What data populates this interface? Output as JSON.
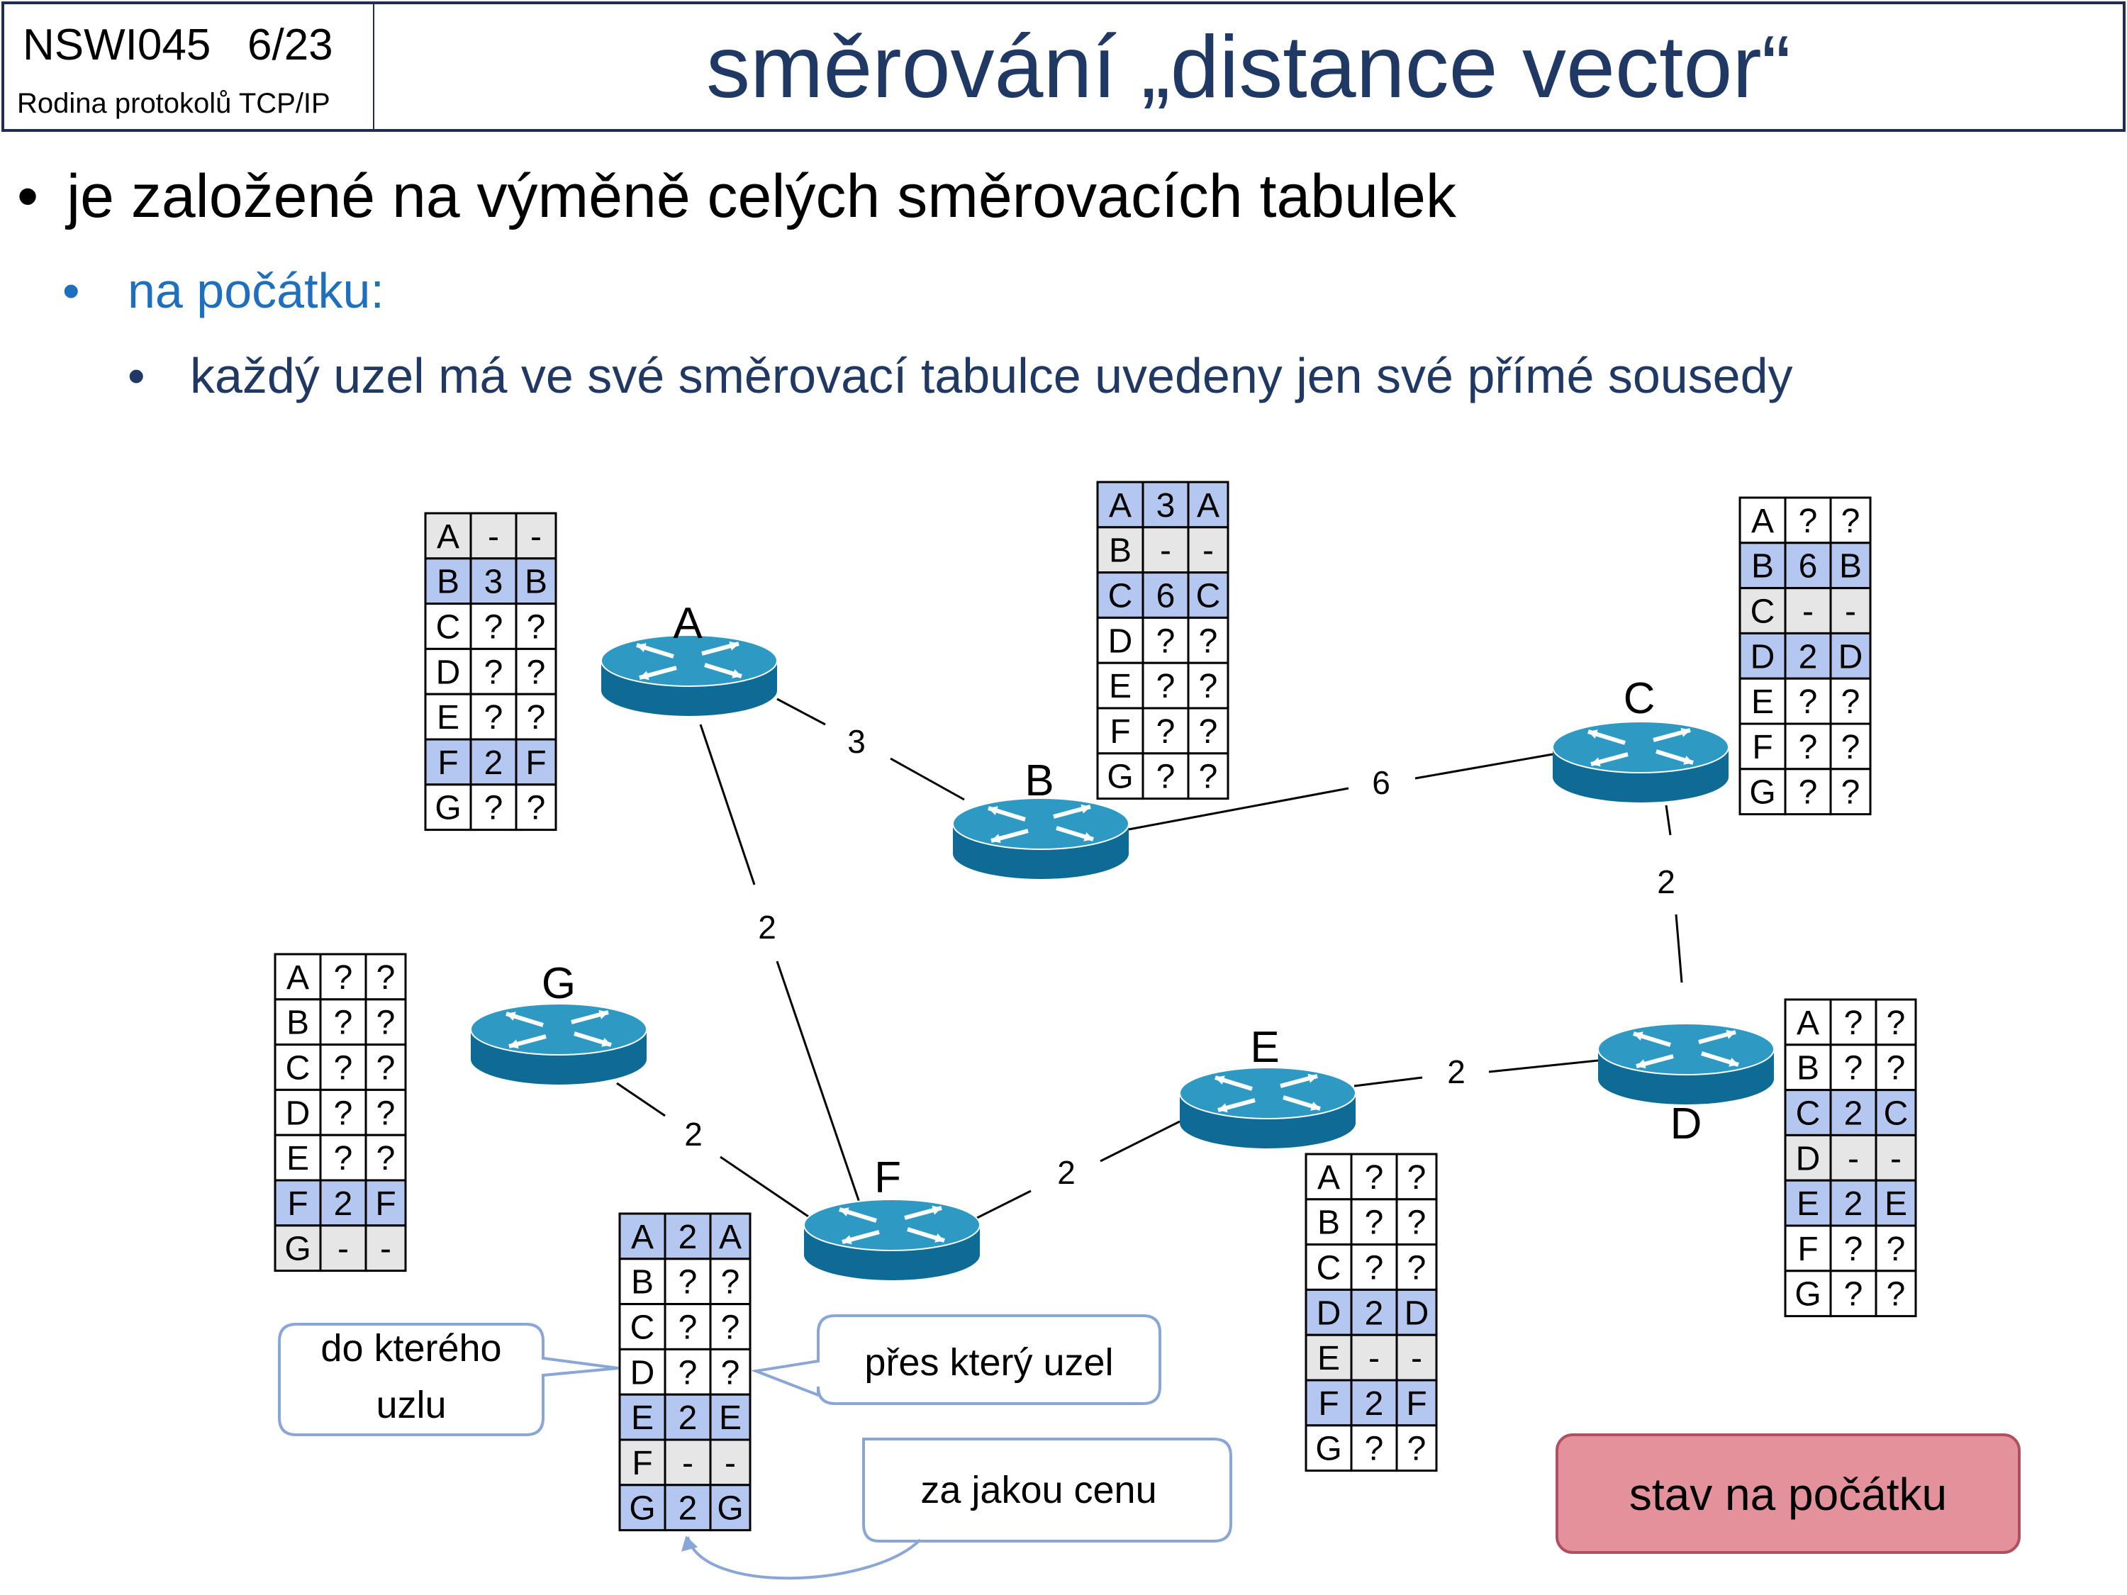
{
  "header": {
    "course_code": "NSWI045   6/23",
    "course_subtitle": "Rodina protokolů TCP/IP",
    "title": "směrování „distance vector“"
  },
  "bullets": {
    "level1": "je založené na výměně celých směrovacích tabulek",
    "level2": "na počátku:",
    "level3": "každý uzel má ve své směrovací tabulce uvedeny jen své přímé sousedy"
  },
  "colors": {
    "title": "#1f3864",
    "router_top": "#2e9ac4",
    "router_side": "#0d6b95",
    "cell_known": "#b4c7f0",
    "cell_self": "#e6e6e6",
    "state_box": "#e3929b",
    "callout_border": "#8aa6d6"
  },
  "routers": [
    {
      "name": "A",
      "icon": "router-icon"
    },
    {
      "name": "B",
      "icon": "router-icon"
    },
    {
      "name": "C",
      "icon": "router-icon"
    },
    {
      "name": "D",
      "icon": "router-icon"
    },
    {
      "name": "E",
      "icon": "router-icon"
    },
    {
      "name": "F",
      "icon": "router-icon"
    },
    {
      "name": "G",
      "icon": "router-icon"
    }
  ],
  "links": [
    {
      "from": "A",
      "to": "B",
      "cost": "3"
    },
    {
      "from": "A",
      "to": "F",
      "cost": "2"
    },
    {
      "from": "B",
      "to": "C",
      "cost": "6"
    },
    {
      "from": "C",
      "to": "D",
      "cost": "2"
    },
    {
      "from": "D",
      "to": "E",
      "cost": "2"
    },
    {
      "from": "E",
      "to": "F",
      "cost": "2"
    },
    {
      "from": "G",
      "to": "F",
      "cost": "2"
    }
  ],
  "tables": {
    "A": [
      [
        "A",
        "-",
        "-"
      ],
      [
        "B",
        "3",
        "B"
      ],
      [
        "C",
        "?",
        "?"
      ],
      [
        "D",
        "?",
        "?"
      ],
      [
        "E",
        "?",
        "?"
      ],
      [
        "F",
        "2",
        "F"
      ],
      [
        "G",
        "?",
        "?"
      ]
    ],
    "B": [
      [
        "A",
        "3",
        "A"
      ],
      [
        "B",
        "-",
        "-"
      ],
      [
        "C",
        "6",
        "C"
      ],
      [
        "D",
        "?",
        "?"
      ],
      [
        "E",
        "?",
        "?"
      ],
      [
        "F",
        "?",
        "?"
      ],
      [
        "G",
        "?",
        "?"
      ]
    ],
    "C": [
      [
        "A",
        "?",
        "?"
      ],
      [
        "B",
        "6",
        "B"
      ],
      [
        "C",
        "-",
        "-"
      ],
      [
        "D",
        "2",
        "D"
      ],
      [
        "E",
        "?",
        "?"
      ],
      [
        "F",
        "?",
        "?"
      ],
      [
        "G",
        "?",
        "?"
      ]
    ],
    "D": [
      [
        "A",
        "?",
        "?"
      ],
      [
        "B",
        "?",
        "?"
      ],
      [
        "C",
        "2",
        "C"
      ],
      [
        "D",
        "-",
        "-"
      ],
      [
        "E",
        "2",
        "E"
      ],
      [
        "F",
        "?",
        "?"
      ],
      [
        "G",
        "?",
        "?"
      ]
    ],
    "E": [
      [
        "A",
        "?",
        "?"
      ],
      [
        "B",
        "?",
        "?"
      ],
      [
        "C",
        "?",
        "?"
      ],
      [
        "D",
        "2",
        "D"
      ],
      [
        "E",
        "-",
        "-"
      ],
      [
        "F",
        "2",
        "F"
      ],
      [
        "G",
        "?",
        "?"
      ]
    ],
    "F": [
      [
        "A",
        "2",
        "A"
      ],
      [
        "B",
        "?",
        "?"
      ],
      [
        "C",
        "?",
        "?"
      ],
      [
        "D",
        "?",
        "?"
      ],
      [
        "E",
        "2",
        "E"
      ],
      [
        "F",
        "-",
        "-"
      ],
      [
        "G",
        "2",
        "G"
      ]
    ],
    "G": [
      [
        "A",
        "?",
        "?"
      ],
      [
        "B",
        "?",
        "?"
      ],
      [
        "C",
        "?",
        "?"
      ],
      [
        "D",
        "?",
        "?"
      ],
      [
        "E",
        "?",
        "?"
      ],
      [
        "F",
        "2",
        "F"
      ],
      [
        "G",
        "-",
        "-"
      ]
    ]
  },
  "callouts": {
    "destination": [
      "do kterého",
      "uzlu"
    ],
    "via": "přes který uzel",
    "cost": "za jakou cenu"
  },
  "state_label": "stav na počátku"
}
